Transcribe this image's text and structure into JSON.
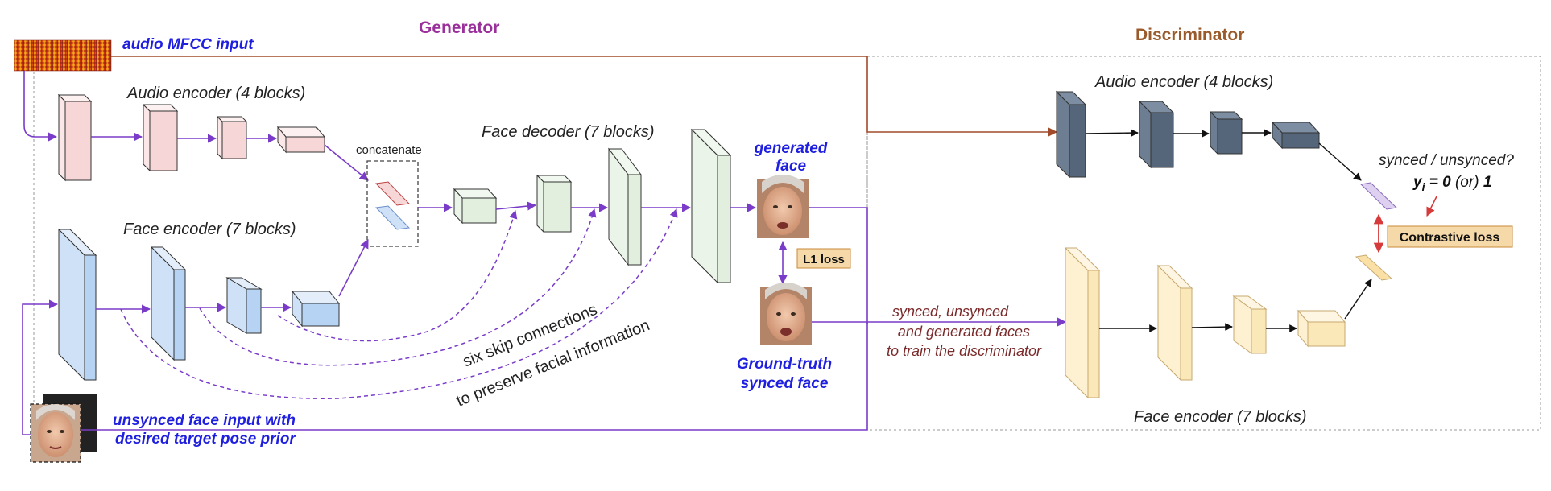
{
  "generator_title": "Generator",
  "discriminator_title": "Discriminator",
  "audio_input_label": "audio MFCC input",
  "gen_audio_encoder_label": "Audio encoder (4 blocks)",
  "gen_face_encoder_label": "Face encoder (7 blocks)",
  "concatenate_label": "concatenate",
  "face_decoder_label": "Face decoder (7 blocks)",
  "generated_face_label_1": "generated",
  "generated_face_label_2": "face",
  "l1_loss_label": "L1 loss",
  "ground_truth_label_1": "Ground-truth",
  "ground_truth_label_2": "synced face",
  "skip_label_1": "six skip connections",
  "skip_label_2": "to preserve facial information",
  "face_input_label_1": "unsynced face input with",
  "face_input_label_2": "desired target pose prior",
  "disc_faces_label_1": "synced, unsynced",
  "disc_faces_label_2": "and generated faces",
  "disc_faces_label_3": "to train the discriminator",
  "disc_audio_encoder_label": "Audio encoder (4 blocks)",
  "disc_face_encoder_label": "Face encoder (7 blocks)",
  "synced_question": "synced / unsynced?",
  "yi_text": "y",
  "yi_sub": "i",
  "yi_eq": " = 0",
  "yi_or": " (or) ",
  "yi_one": "1",
  "contrastive_loss_label": "Contrastive loss",
  "colors": {
    "title_purple": "#9b2f9b",
    "title_brown": "#9a5a2a",
    "blue_text": "#1f1fe0",
    "arrow_purple": "#7a3cc8",
    "arrow_brown": "#a14a2a",
    "red": "#d63a3a",
    "pink_block": "#f6d6d6",
    "blue_block": "#b6d3f3",
    "green_block": "#e2efdf",
    "slate_block": "#55657a",
    "yellow_block": "#fbe8b8",
    "loss_box": "#f6d9a8"
  }
}
